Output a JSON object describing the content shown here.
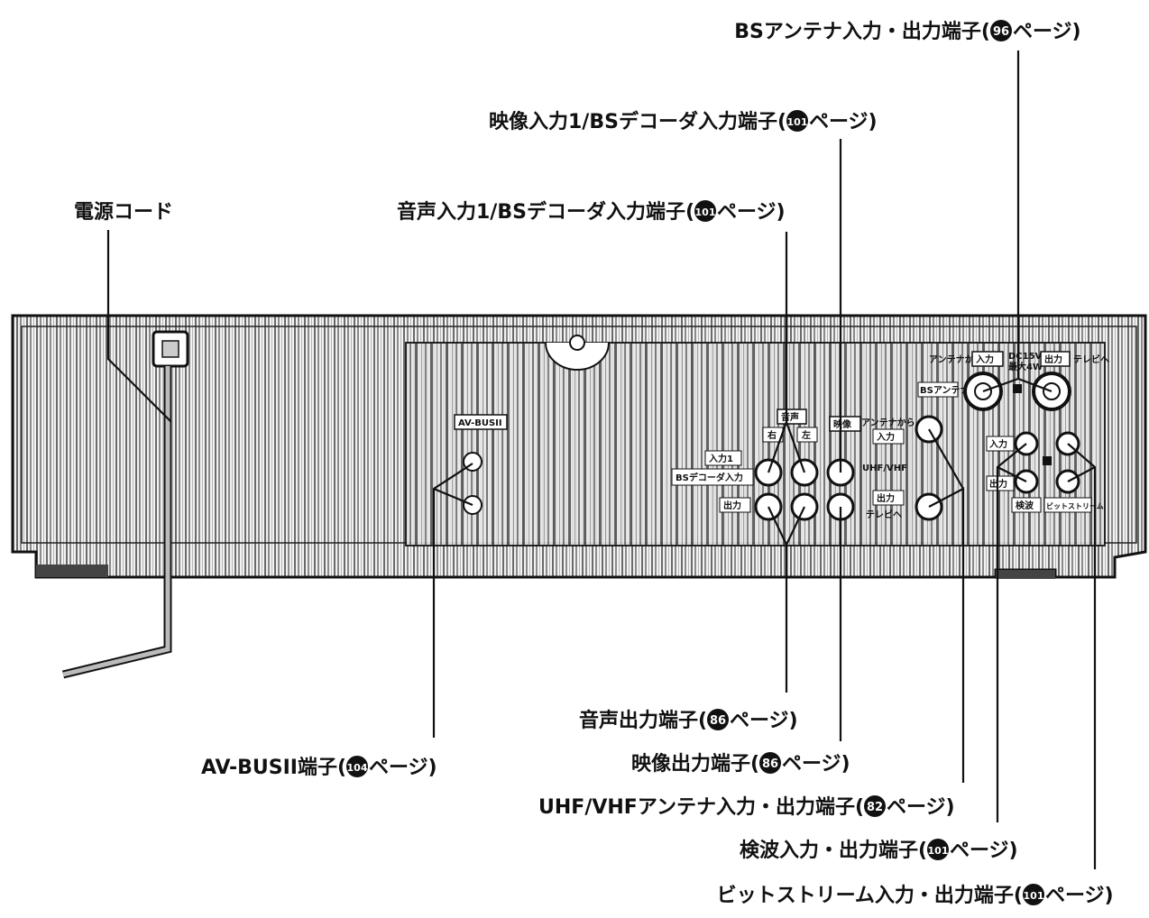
{
  "callouts": {
    "bs_antenna": {
      "prefix": "BSアンテナ入力・出力端子(",
      "page": "96",
      "suffix": "ページ)"
    },
    "video_in1": {
      "prefix": "映像入力1/BSデコーダ入力端子(",
      "page": "101",
      "suffix": "ページ)"
    },
    "power_cord": {
      "text": "電源コード"
    },
    "audio_in1": {
      "prefix": "音声入力1/BSデコーダ入力端子(",
      "page": "101",
      "suffix": "ページ)"
    },
    "audio_out": {
      "prefix": "音声出力端子(",
      "page": "86",
      "suffix": "ページ)"
    },
    "av_bus": {
      "prefix": "AV-BUSII端子(",
      "page": "104",
      "suffix": "ページ)"
    },
    "video_out": {
      "prefix": "映像出力端子(",
      "page": "86",
      "suffix": "ページ)"
    },
    "uhf_vhf": {
      "prefix": "UHF/VHFアンテナ入力・出力端子(",
      "page": "82",
      "suffix": "ページ)"
    },
    "detect": {
      "prefix": "検波入力・出力端子(",
      "page": "101",
      "suffix": "ページ)"
    },
    "bitstream": {
      "prefix": "ビットストリーム入力・出力端子(",
      "page": "101",
      "suffix": "ページ)"
    }
  },
  "panel": {
    "av_bus_label": "AV-BUSII",
    "audio_label": "音声",
    "right_label": "右",
    "left_label": "左",
    "video_label": "映像",
    "in1_label": "入力1",
    "bs_decoder_label": "BSデコーダ入力",
    "out_label": "出力",
    "antenna_from": "アンテナから",
    "in_label": "入力",
    "dc_label": "DC15V",
    "max_label": "最大4W",
    "out_label2": "出力",
    "to_tv": "テレビへ",
    "bs_antenna_label": "BSアンテナ",
    "antenna_from2": "アンテナから",
    "in_label2": "入力",
    "uhf_vhf_label": "UHF/VHF",
    "out_label3": "出力",
    "to_tv2": "テレビへ",
    "in_label3": "入力",
    "out_label4": "出力",
    "detect_label": "検波",
    "bitstream_label": "ビットストリーム"
  }
}
